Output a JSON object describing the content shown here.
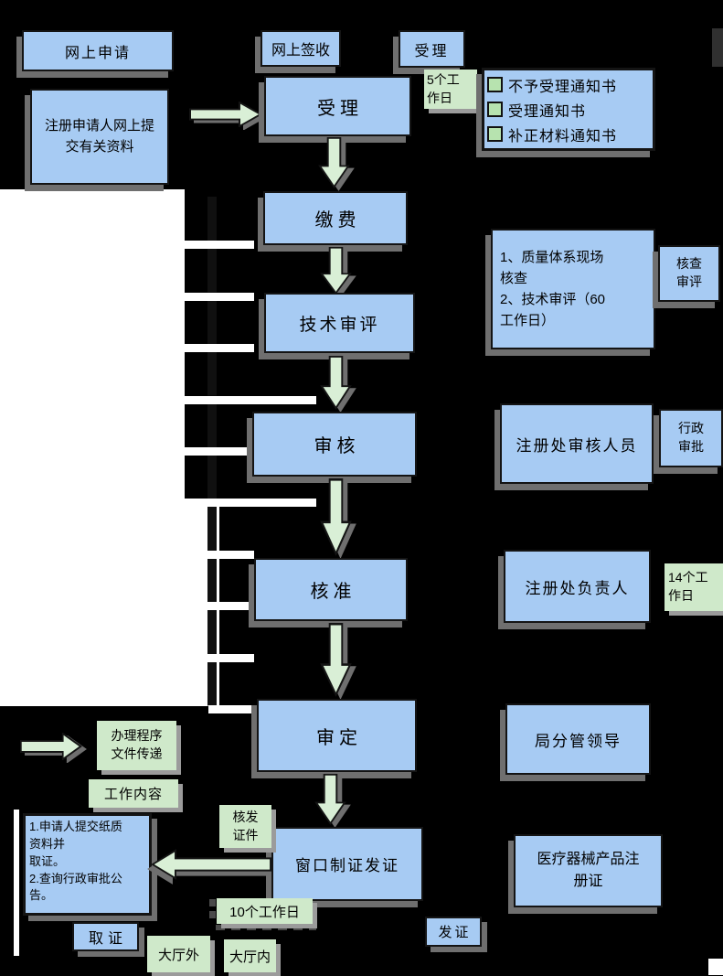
{
  "colors": {
    "background": "#000000",
    "box_blue": "#a7cbf3",
    "box_green": "#cfe9ca",
    "arrow_fill": "#d9efd6",
    "line": "#141414",
    "shadow_dark": "#6f6f6f",
    "shadow_light": "#9b9b9b",
    "white": "#ffffff",
    "checkbox_fill": "#b7e3af"
  },
  "boxes": {
    "online_apply": "网上申请",
    "online_receive": "网上签收",
    "accept_mini": "受理",
    "applicant_submit": "注册申请人网上提\n交有关资料",
    "accept": "受理",
    "five_workdays": "5个工\n作日",
    "pay": "缴费",
    "tech_review": "技术审评",
    "review_note": "1、质量体系现场\n核查\n2、技术审评（60\n工作日）",
    "check_review": "核查\n审评",
    "audit": "审核",
    "audit_staff": "注册处审核人员",
    "admin_approval": "行政\n审批",
    "approve": "核准",
    "dept_head": "注册处负责人",
    "fourteen_workdays": "14个工\n作日",
    "final_review": "审定",
    "bureau_leader": "局分管领导",
    "issue_window": "窗口制证发证",
    "product_cert": "医疗器械产品注\n册证",
    "procedure_note": "办理程序\n文件传递",
    "work_content": "工作内容",
    "paper_submit": "1.申请人提交纸质\n资料并\n取证。\n2.查询行政审批公\n告。",
    "issue_cert_note": "核发\n证件",
    "ten_workdays": "10个工作日",
    "get_cert": "取证",
    "hall_outside": "大厅外",
    "hall_inside": "大厅内",
    "issue": "发证"
  },
  "notices": {
    "items": [
      "不予受理通知书",
      "受理通知书",
      "补正材料通知书"
    ]
  }
}
